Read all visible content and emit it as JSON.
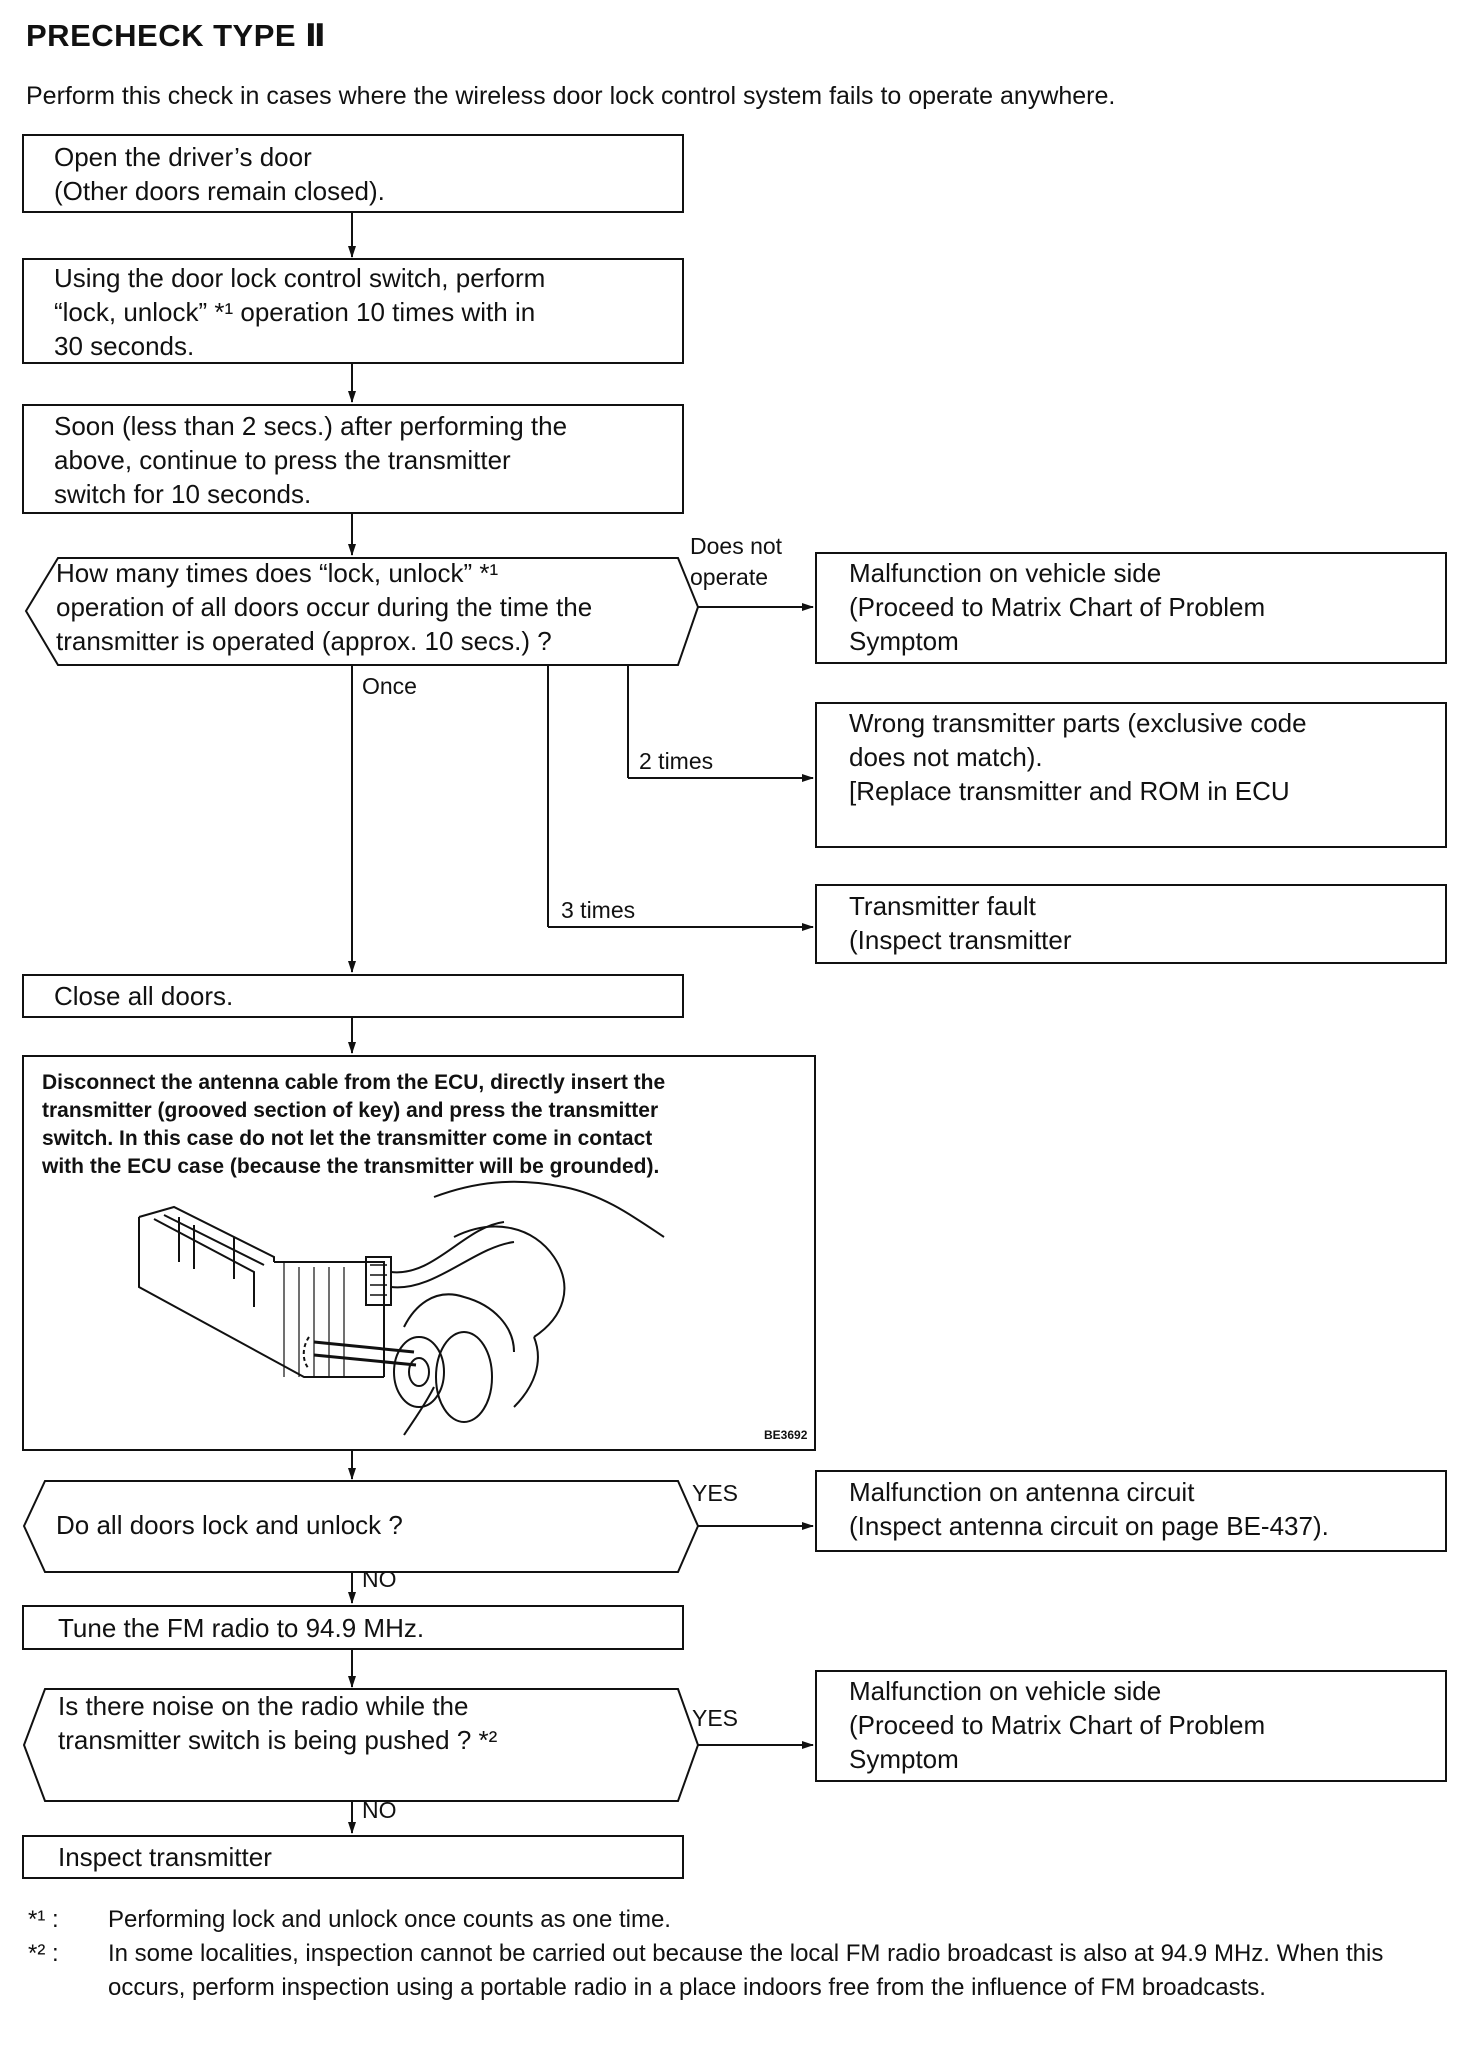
{
  "header": {
    "title": "PRECHECK TYPE Ⅱ",
    "intro": "Perform this check in cases where the wireless door lock control system fails to operate anywhere."
  },
  "steps": {
    "s1": [
      "Open the driver’s door",
      "(Other doors remain closed)."
    ],
    "s2": [
      "Using the door lock control switch, perform",
      "“lock, unlock” *¹ operation 10 times with in",
      "30 seconds."
    ],
    "s3": [
      "Soon (less than 2 secs.) after performing the",
      "above, continue to press the transmitter",
      "switch for 10 seconds."
    ],
    "q1": [
      "How many times does “lock, unlock” *¹",
      "operation of all doors occur during the time the",
      "transmitter is operated (approx. 10 secs.) ?"
    ],
    "close": "Close all doors.",
    "instruction": [
      "Disconnect the antenna cable from the ECU, directly insert the",
      "transmitter (grooved section of key) and press the transmitter",
      "switch. In this case do not let the transmitter come in contact",
      "with the ECU case (because the transmitter will be grounded)."
    ],
    "figure_code": "BE3692",
    "q2": "Do all doors lock and unlock ?",
    "tune": "Tune the FM radio to 94.9 MHz.",
    "q3": [
      "Is there noise on the radio while the",
      "transmitter switch is being pushed ? *²"
    ],
    "final": "Inspect transmitter"
  },
  "results": {
    "r1": [
      "Malfunction on vehicle side",
      "(Proceed to Matrix Chart of Problem",
      "Symptom"
    ],
    "r2": [
      "Wrong transmitter parts (exclusive code",
      "does not match).",
      "[Replace transmitter and ROM in ECU"
    ],
    "r3": [
      "Transmitter fault",
      "(Inspect transmitter"
    ],
    "r4": [
      "Malfunction on antenna circuit",
      "(Inspect antenna circuit on page BE-437)."
    ],
    "r5": [
      "Malfunction on vehicle side",
      "(Proceed to Matrix Chart of Problem",
      "Symptom"
    ]
  },
  "labels": {
    "does_not": "Does not",
    "operate": "operate",
    "once": "Once",
    "two_times": "2 times",
    "three_times": "3 times",
    "yes": "YES",
    "no": "NO"
  },
  "notes": [
    {
      "mark": "*¹ :",
      "text": "Performing lock and unlock once counts as one time."
    },
    {
      "mark": "*² :",
      "text": "In some localities, inspection cannot be carried out because the local FM radio broadcast is also at 94.9 MHz. When this occurs, perform inspection using a portable radio in a place indoors free from the influence of FM broadcasts."
    }
  ]
}
